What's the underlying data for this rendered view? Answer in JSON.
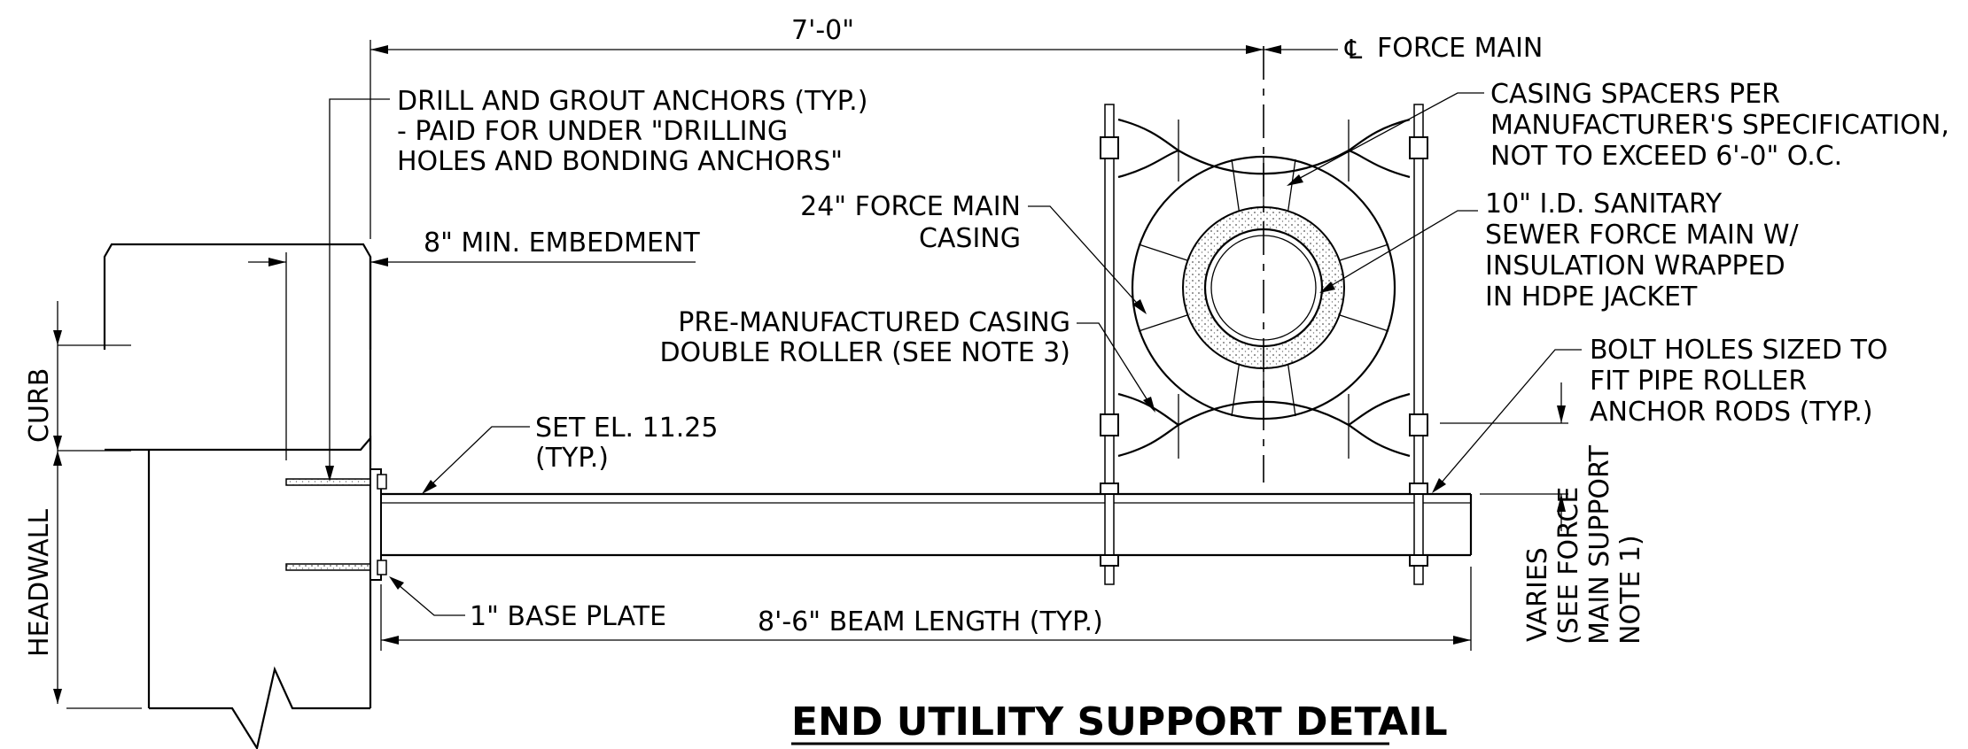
{
  "title": "END UTILITY SUPPORT DETAIL",
  "dimensions": {
    "top_span": "7'-0\"",
    "centerline_symbol": "℄",
    "centerline_label": "FORCE MAIN",
    "embedment": "8\" MIN. EMBEDMENT",
    "beam_length": "8'-6\" BEAM LENGTH (TYP.)",
    "curb": "CURB",
    "headwall": "HEADWALL"
  },
  "notes": {
    "anchors": [
      "DRILL AND GROUT ANCHORS (TYP.)",
      "- PAID FOR UNDER \"DRILLING",
      "HOLES AND BONDING ANCHORS\""
    ],
    "casing": [
      "24\" FORCE MAIN",
      "CASING"
    ],
    "roller": [
      "PRE-MANUFACTURED CASING",
      "DOUBLE ROLLER (SEE NOTE 3)"
    ],
    "set_el": [
      "SET EL. 11.25",
      "(TYP.)"
    ],
    "base_plate": "1\" BASE PLATE",
    "spacers": [
      "CASING SPACERS PER",
      "MANUFACTURER'S  SPECIFICATION,",
      "NOT TO EXCEED 6'-0\" O.C."
    ],
    "sewer": [
      "10\" I.D. SANITARY",
      "SEWER FORCE MAIN W/",
      "INSULATION WRAPPED",
      "IN HDPE JACKET"
    ],
    "bolt_holes": [
      "BOLT HOLES SIZED TO",
      "FIT PIPE ROLLER",
      "ANCHOR RODS (TYP.)"
    ],
    "varies": [
      "VARIES",
      "(SEE FORCE",
      "MAIN SUPPORT",
      "NOTE 1)"
    ]
  }
}
